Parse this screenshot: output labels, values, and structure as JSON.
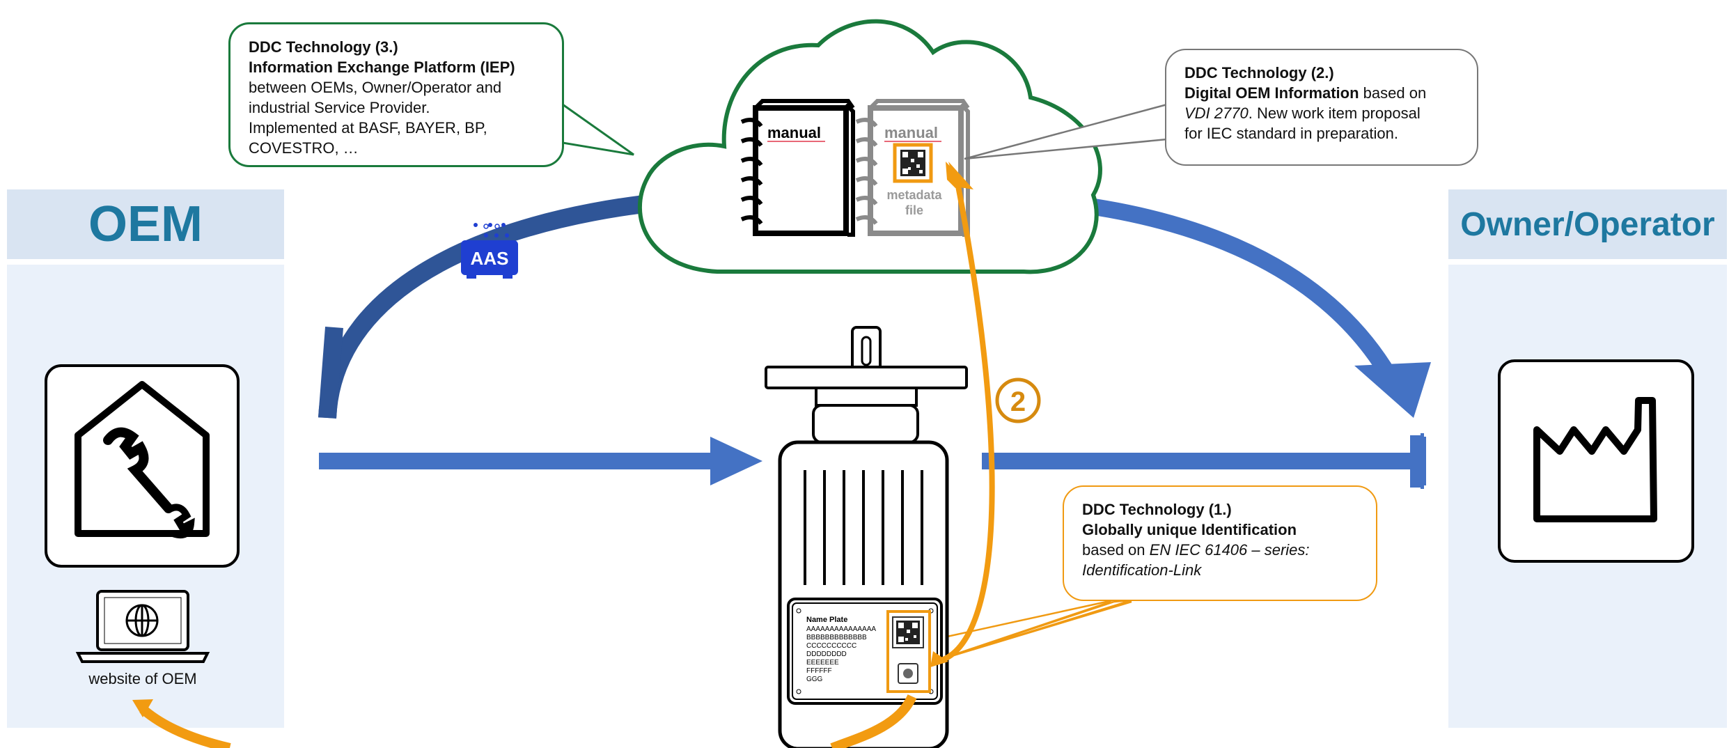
{
  "oem": {
    "title": "OEM",
    "website_label": "website of OEM"
  },
  "operator": {
    "title": "Owner/Operator"
  },
  "aas_badge": "AAS",
  "cloud": {
    "manual_left_label": "manual",
    "manual_right_label": "manual",
    "metadata_label_1": "metadata",
    "metadata_label_2": "file"
  },
  "step_marker": "2",
  "bubbles": {
    "ddc3": {
      "line1": "DDC Technology (3.)",
      "line2": "Information Exchange Platform (IEP)",
      "line3": "between OEMs, Owner/Operator and",
      "line4": "industrial Service Provider.",
      "line5": "Implemented at BASF, BAYER, BP,",
      "line6": "COVESTRO, …"
    },
    "ddc2": {
      "line1": "DDC Technology (2.)",
      "line2_bold": "Digital OEM Information",
      "line2_rest": " based on",
      "line3_italic": "VDI 2770",
      "line3_rest": ". New work item proposal",
      "line4": "for IEC standard in preparation."
    },
    "ddc1": {
      "line1": "DDC Technology (1.)",
      "line2": "Globally unique Identification",
      "line3_rest": "based on ",
      "line3_italic": "EN IEC 61406 – series:",
      "line4_italic": "Identification-Link"
    }
  },
  "nameplate": {
    "title": "Name Plate",
    "lines": [
      "AAAAAAAAAAAAAAA",
      "BBBBBBBBBBBBB",
      "CCCCCCCCCC",
      "DDDDDDDD",
      "EEEEEEE",
      "FFFFFF",
      "GGG"
    ]
  },
  "colors": {
    "blue_arrow": "#4472c4",
    "dark_blue_arrow": "#2f5597",
    "orange": "#f29b11",
    "orange_dark": "#d68a0f",
    "green": "#1a7a3c",
    "header_text": "#1e78a0",
    "panel_header": "#d9e4f2",
    "panel_body": "#eaf1fa"
  }
}
